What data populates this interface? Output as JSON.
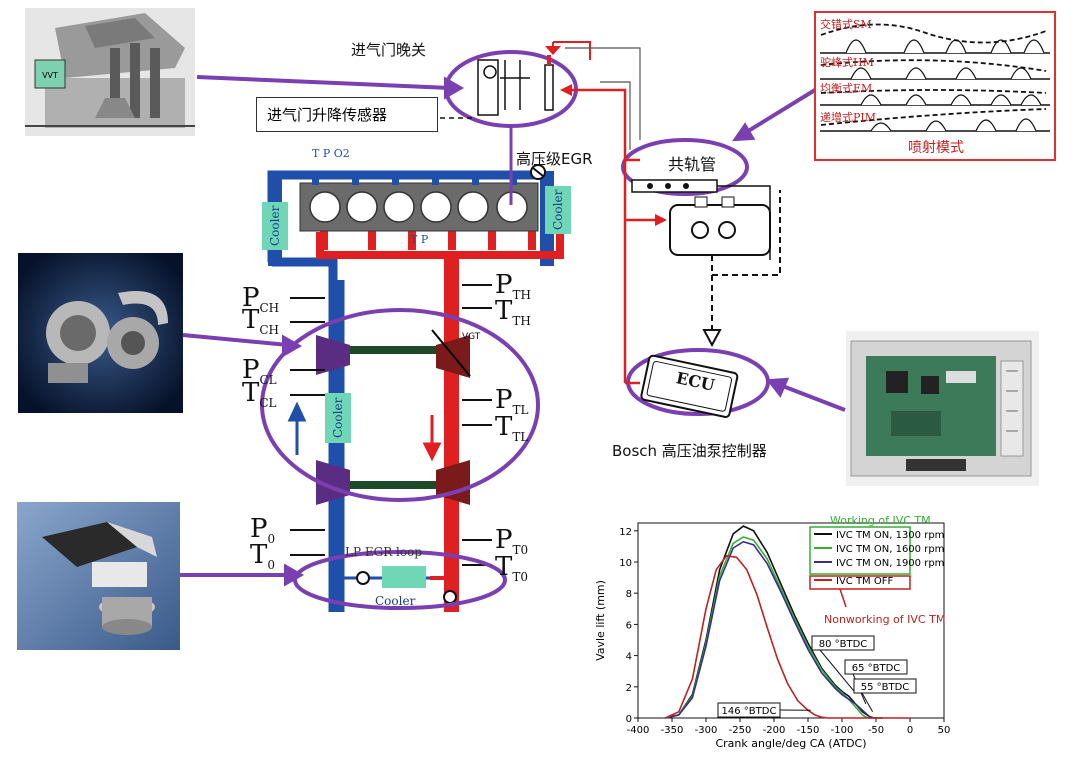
{
  "labels": {
    "ivc_late": "进气门晚关",
    "valve_sensor": "进气门升降传感器",
    "hp_egr": "高压级EGR",
    "common_rail": "共轨管",
    "bosch_ctrl": "Bosch 高压油泵控制器",
    "ecu": "ECU",
    "vvt": "VVT",
    "t_p_o2": "T P O2",
    "t_p_manifold": "T P",
    "cooler": "Cooler",
    "lp_egr_loop": "LP EGR loop",
    "vgt": "VGT"
  },
  "sensors": {
    "p_ch": "P",
    "p_ch_sub": "CH",
    "t_ch": "T",
    "t_ch_sub": "CH",
    "p_cl": "P",
    "p_cl_sub": "CL",
    "t_cl": "T",
    "t_cl_sub": "CL",
    "p_0": "P",
    "p_0_sub": "0",
    "t_0": "T",
    "t_0_sub": "0",
    "p_th": "P",
    "p_th_sub": "TH",
    "t_th": "T",
    "t_th_sub": "TH",
    "p_tl": "P",
    "p_tl_sub": "TL",
    "t_tl": "T",
    "t_tl_sub": "TL",
    "p_t0": "P",
    "p_t0_sub": "T0",
    "t_t0": "T",
    "t_t0_sub": "T0"
  },
  "injection_modes": {
    "title": "喷射模式",
    "modes": [
      "交错式SM",
      "驼峰式HM",
      "均衡式EM",
      "递增式PIM"
    ]
  },
  "colors": {
    "intake": "#1f4fa8",
    "exhaust": "#e02020",
    "purple": "#7a3fb0",
    "cooler": "#6fd6b6",
    "turbo_compressor": "#5a2d82",
    "turbo_turbine": "#7a1a1a",
    "shaft": "#1e4a2a"
  },
  "chart_data": {
    "type": "line",
    "xlabel": "Crank angle/deg CA (ATDC)",
    "ylabel": "Vavle lift (mm)",
    "xlim": [
      -400,
      50
    ],
    "ylim": [
      0,
      12.5
    ],
    "xticks": [
      -400,
      -350,
      -300,
      -250,
      -200,
      -150,
      -100,
      -50,
      0,
      50
    ],
    "yticks": [
      0,
      2,
      4,
      6,
      8,
      10,
      12
    ],
    "legend_title": "Working of IVC TM",
    "legend_position": "top-right",
    "series": [
      {
        "name": "IVC TM ON, 1300 rpm",
        "color": "#111111",
        "x": [
          -360,
          -340,
          -320,
          -300,
          -280,
          -260,
          -245,
          -230,
          -210,
          -190,
          -170,
          -150,
          -130,
          -110,
          -100,
          -90,
          -80,
          -70,
          -60,
          -55,
          -50,
          -45,
          -40
        ],
        "y": [
          0,
          0.2,
          1.5,
          5.0,
          9.5,
          11.8,
          12.3,
          12.0,
          10.6,
          8.6,
          6.6,
          4.8,
          3.2,
          2.1,
          1.7,
          1.4,
          0.9,
          0.4,
          0.1,
          0.03,
          0,
          0,
          0
        ]
      },
      {
        "name": "IVC TM ON, 1600 rpm",
        "color": "#33b033",
        "x": [
          -360,
          -340,
          -320,
          -300,
          -280,
          -260,
          -245,
          -230,
          -210,
          -190,
          -170,
          -150,
          -130,
          -110,
          -100,
          -90,
          -80,
          -70,
          -65,
          -60,
          -55
        ],
        "y": [
          0,
          0.2,
          1.4,
          4.8,
          9.1,
          11.2,
          11.6,
          11.4,
          10.2,
          8.3,
          6.4,
          4.6,
          3.1,
          2.0,
          1.6,
          1.2,
          0.7,
          0.2,
          0.05,
          0,
          0
        ]
      },
      {
        "name": "IVC TM ON, 1900 rpm",
        "color": "#3a2d8c",
        "x": [
          -360,
          -340,
          -320,
          -300,
          -280,
          -260,
          -245,
          -230,
          -210,
          -190,
          -170,
          -150,
          -130,
          -110,
          -100,
          -90,
          -80,
          -70,
          -60,
          -55,
          -50
        ],
        "y": [
          0,
          0.2,
          1.3,
          4.6,
          8.8,
          10.9,
          11.3,
          11.1,
          9.9,
          8.1,
          6.2,
          4.4,
          2.9,
          1.9,
          1.5,
          1.2,
          0.9,
          0.5,
          0.1,
          0.02,
          0
        ]
      },
      {
        "name": "IVC TM OFF",
        "color": "#c02020",
        "x": [
          -360,
          -340,
          -320,
          -300,
          -285,
          -270,
          -255,
          -240,
          -225,
          -210,
          -195,
          -180,
          -165,
          -150,
          -140,
          -130,
          -120,
          -110,
          0
        ],
        "y": [
          0,
          0.4,
          2.5,
          7.0,
          9.5,
          10.4,
          10.3,
          9.5,
          7.9,
          5.8,
          3.8,
          2.2,
          1.1,
          0.5,
          0.2,
          0.05,
          0,
          0,
          0
        ]
      }
    ],
    "annotations": [
      {
        "text": "Working of IVC TM",
        "color": "#33b033"
      },
      {
        "text": "Nonworking of IVC TM",
        "color": "#c02020"
      },
      {
        "text": "80 °BTDC",
        "x": -80
      },
      {
        "text": "65 °BTDC",
        "x": -65
      },
      {
        "text": "55 °BTDC",
        "x": -55
      },
      {
        "text": "146 °BTDC",
        "x": -146
      }
    ]
  }
}
